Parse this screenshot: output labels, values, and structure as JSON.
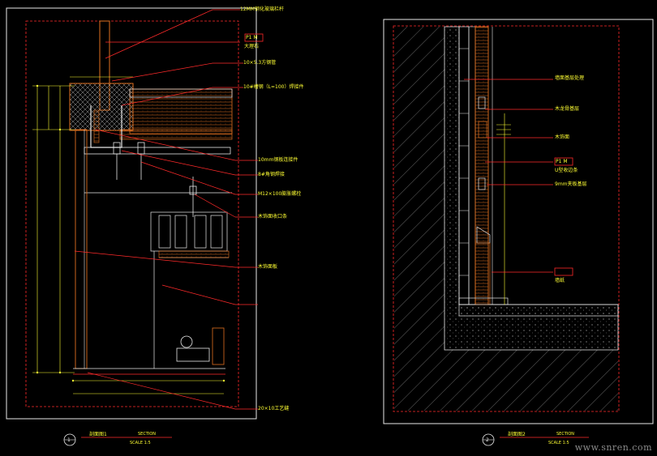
{
  "left_drawing": {
    "annotations": [
      "12MM钢化玻璃栏杆",
      "大理石",
      "10×5.3方钢管",
      "10#槽钢（L=100）焊接件",
      "10mm钢板连接件",
      "8#角钢焊接",
      "M12×100膨胀螺栓",
      "木饰面收口条",
      "木饰面板",
      "20×10工艺缝"
    ],
    "material_tag": "P1 M",
    "title_cn": "剖面图1",
    "title_en": "SECTION",
    "scale": "SCALE 1:5",
    "number": "1"
  },
  "right_drawing": {
    "annotations": [
      "墙面基层处理",
      "木龙骨基层",
      "木饰面",
      "U型收边条",
      "墙纸",
      "9mm夹板基层"
    ],
    "material_tag": "P1 M",
    "title_cn": "剖面图2",
    "title_en": "SECTION",
    "scale": "SCALE 1:5",
    "number": "2"
  },
  "watermark": "www.snren.com",
  "colors": {
    "background": "#000000",
    "frame_red": "#ff2a2a",
    "annotation_yellow": "#ffff33",
    "wood_orange": "#e07020",
    "line_white": "#e8e8e8",
    "hatch_gray": "#8c8c8c"
  }
}
